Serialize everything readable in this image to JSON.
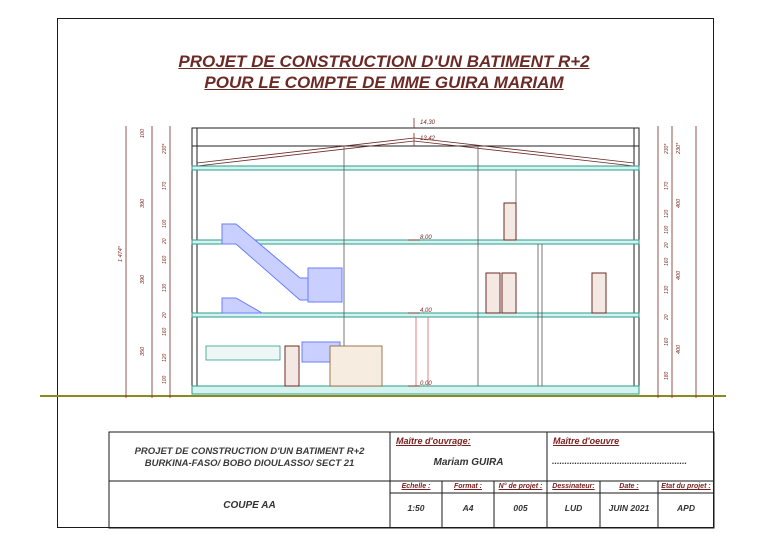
{
  "title": {
    "line1": "PROJET DE CONSTRUCTION D'UN BATIMENT R+2",
    "line2": "POUR LE COMPTE DE MME GUIRA MARIAM"
  },
  "drawing": {
    "level_labels": [
      "14,30",
      "13,42",
      "8,00",
      "4,00",
      "0,00"
    ],
    "left_dims_outer": [
      "100",
      "390",
      "390",
      "350"
    ],
    "left_dims_inner": [
      "230*",
      "170",
      "100",
      "20",
      "160",
      "130",
      "20",
      "160",
      "120",
      "100"
    ],
    "total_height_label": "1 474*",
    "right_dims_inner": [
      "230*",
      "170",
      "120",
      "100",
      "20",
      "160",
      "130",
      "20",
      "160",
      "180"
    ],
    "right_dims_outer": [
      "230*",
      "400",
      "400",
      "400"
    ]
  },
  "title_block": {
    "project_line1": "PROJET DE CONSTRUCTION D'UN BATIMENT R+2",
    "project_line2": "BURKINA-FASO/ BOBO DIOULASSO/ SECT 21",
    "maitre_ouvrage_label": "Maître d'ouvrage:",
    "maitre_ouvrage_value": "Mariam GUIRA",
    "maitre_oeuvre_label": "Maître d'oeuvre",
    "maitre_oeuvre_value": "......................................................",
    "sheet_name": "COUPE AA",
    "fields": [
      {
        "label": "Echelle :",
        "value": "1:50"
      },
      {
        "label": "Format :",
        "value": "A4"
      },
      {
        "label": "N° de projet :",
        "value": "005"
      },
      {
        "label": "Dessinateur:",
        "value": "LUD"
      },
      {
        "label": "Date :",
        "value": "JUIN 2021"
      },
      {
        "label": "Etat du projet :",
        "value": "APD"
      }
    ]
  },
  "colors": {
    "title": "#6b2a26",
    "dim_line": "#7a2a20",
    "slab": "#2a9d8f",
    "stair": "#6b7cff",
    "ground": "#8a8a1e"
  }
}
